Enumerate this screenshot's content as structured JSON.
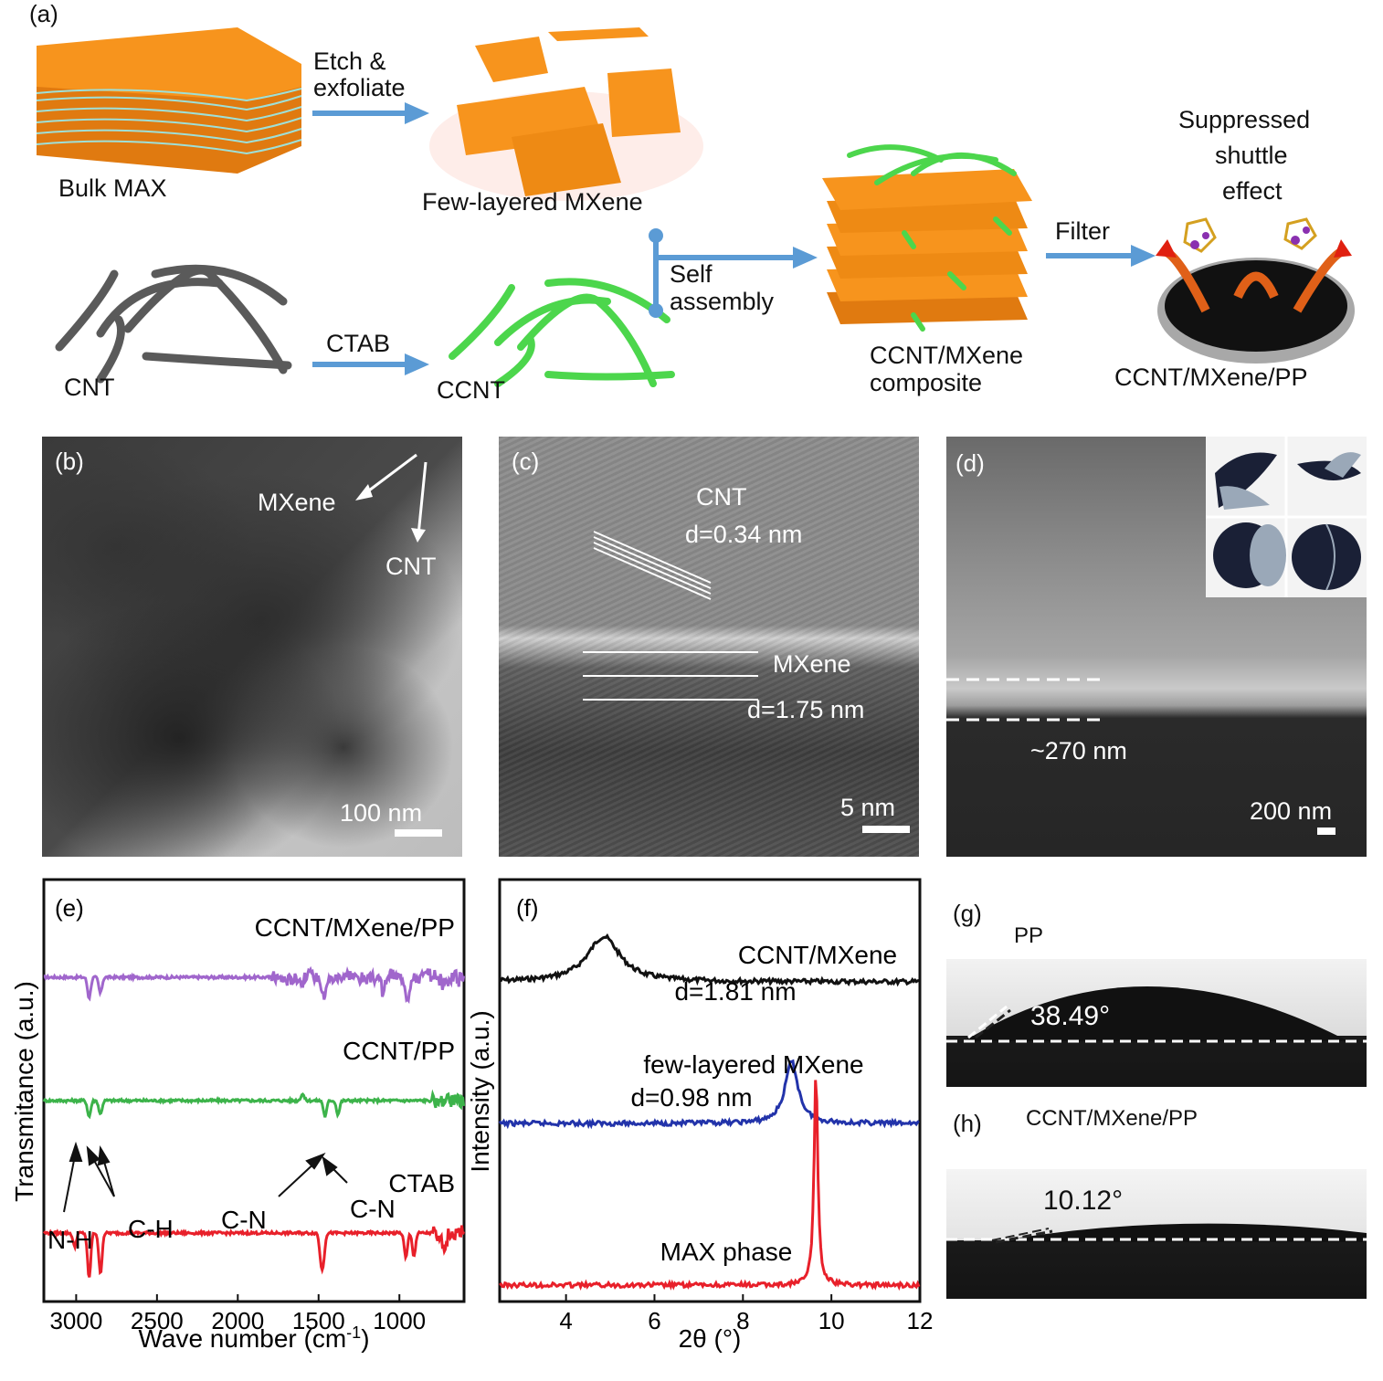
{
  "schematic": {
    "panel_label": "(a)",
    "bulk_max": "Bulk MAX",
    "etch_line1": "Etch &",
    "etch_line2": "exfoliate",
    "few_layered": "Few-layered MXene",
    "cnt": "CNT",
    "ctab": "CTAB",
    "ccnt": "CCNT",
    "self_line1": "Self",
    "self_line2": "assembly",
    "composite_line1": "CCNT/MXene",
    "composite_line2": "composite",
    "filter": "Filter",
    "suppressed_line1": "Suppressed",
    "suppressed_line2": "shuttle",
    "suppressed_line3": "effect",
    "final": "CCNT/MXene/PP",
    "colors": {
      "mxene": "#f7941d",
      "arrow": "#5b9bd5",
      "ccnt": "#4cd64c",
      "cnt": "#555555"
    }
  },
  "panel_b": {
    "label": "(b)",
    "mxene": "MXene",
    "cnt": "CNT",
    "scale": "100 nm"
  },
  "panel_c": {
    "label": "(c)",
    "cnt": "CNT",
    "cnt_d": "d=0.34 nm",
    "mxene": "MXene",
    "mxene_d": "d=1.75 nm",
    "scale": "5 nm"
  },
  "panel_d": {
    "label": "(d)",
    "thickness": "~270 nm",
    "scale": "200 nm"
  },
  "panel_g": {
    "label": "(g)",
    "sample": "PP",
    "angle": "38.49°"
  },
  "panel_h": {
    "label": "(h)",
    "sample": "CCNT/MXene/PP",
    "angle": "10.12°"
  },
  "chart_data": [
    {
      "panel": "(e)",
      "type": "line",
      "xlabel": "Wave number (cm",
      "xlabel_sup": "-1",
      "xlabel_end": ")",
      "ylabel": "Transmitance (a.u.)",
      "xlim": [
        3200,
        600
      ],
      "xticks": [
        3000,
        2500,
        2000,
        1500,
        1000
      ],
      "series": [
        {
          "name": "CCNT/MXene/PP",
          "color": "#a066cc",
          "offset": 2,
          "features": [
            [
              2920,
              -0.45
            ],
            [
              2850,
              -0.35
            ],
            [
              1600,
              -0.15
            ],
            [
              1470,
              -0.4
            ],
            [
              1100,
              -0.45
            ],
            [
              950,
              -0.4
            ]
          ]
        },
        {
          "name": "CCNT/PP",
          "color": "#3cb34a",
          "offset": 1,
          "features": [
            [
              2920,
              -0.35
            ],
            [
              2850,
              -0.3
            ],
            [
              1600,
              0.15
            ],
            [
              1460,
              -0.35
            ],
            [
              1380,
              -0.3
            ]
          ]
        },
        {
          "name": "CTAB",
          "color": "#e8202a",
          "offset": 0,
          "features": [
            [
              3010,
              -0.3
            ],
            [
              2920,
              -1.0
            ],
            [
              2850,
              -0.9
            ],
            [
              1485,
              -0.55
            ],
            [
              1470,
              -0.5
            ],
            [
              960,
              -0.55
            ],
            [
              910,
              -0.5
            ],
            [
              720,
              -0.45
            ]
          ]
        }
      ],
      "annotations": [
        "N-H",
        "C-H",
        "C-N",
        "C-N"
      ]
    },
    {
      "panel": "(f)",
      "type": "line",
      "xlabel": "2θ (°)",
      "ylabel": "Intensity (a.u.)",
      "xlim": [
        2.5,
        12
      ],
      "xticks": [
        4,
        6,
        8,
        10,
        12
      ],
      "series": [
        {
          "name": "CCNT/MXene",
          "label2": "d=1.81 nm",
          "color": "#111111",
          "offset": 2,
          "peak": 4.85,
          "width": 0.45,
          "height": 0.55
        },
        {
          "name": "few-layered MXene",
          "label2": "d=0.98 nm",
          "color": "#2233aa",
          "offset": 1,
          "peak": 9.1,
          "width": 0.18,
          "height": 0.75
        },
        {
          "name": "MAX phase",
          "color": "#e8202a",
          "offset": 0,
          "peak": 9.65,
          "width": 0.05,
          "height": 2.6
        }
      ]
    }
  ]
}
